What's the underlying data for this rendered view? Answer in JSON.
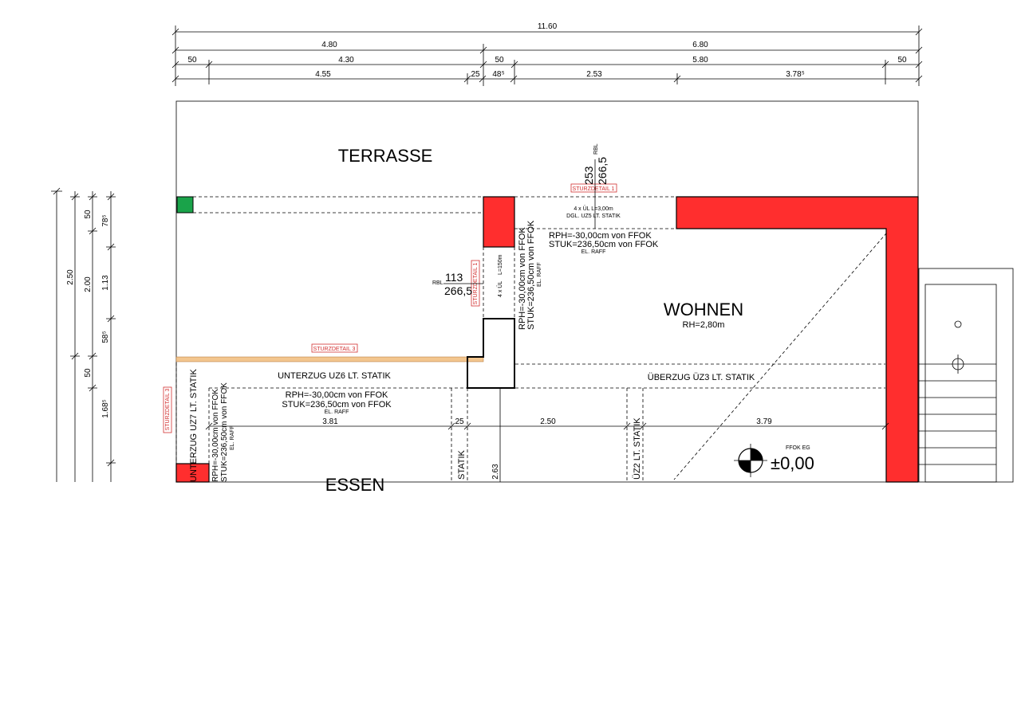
{
  "dimensions": {
    "top_row1": "11.60",
    "top_row2": [
      "4.80",
      "6.80"
    ],
    "top_row3": [
      "50",
      "4.30",
      "50",
      "5.80",
      "50"
    ],
    "top_row4": [
      "4.55",
      "25",
      "48⁵",
      "2.53",
      "3.78⁵"
    ],
    "left_col1": "2.50",
    "left_col2": [
      "2.00",
      "50"
    ],
    "left_col3": [
      "50",
      "1.68⁵"
    ],
    "left_col4": [
      "78⁵",
      "1.13",
      "58⁵"
    ],
    "inner_row": [
      "3.81",
      "25",
      "2.50",
      "3.79"
    ],
    "inner_vertical": "2.63"
  },
  "rooms": {
    "terrasse": "TERRASSE",
    "wohnen": "WOHNEN",
    "wohnen_height": "RH=2,80m",
    "essen": "ESSEN"
  },
  "details": {
    "sturz1": "STURZDETAIL 1",
    "sturz3": "STURZDETAIL 3"
  },
  "levels": {
    "rbl_top_label": "RBL",
    "rbl_top_1": "253",
    "rbl_top_2": "266,5",
    "rbl_left_label": "RBL",
    "rbl_left_1": "113",
    "rbl_left_2": "266,5",
    "ffok_label": "FFOK EG",
    "ffok_value": "±0,00"
  },
  "notes": {
    "beam_top_1": "4 x ÜL   L=3,00m",
    "beam_top_2": "DGL. UZ5 LT. STATIK",
    "rph_top": "RPH=-30,00cm von FFOK",
    "stuk_top": "STUK=236,50cm von FFOK",
    "raff": "EL. RAFF",
    "beam_left_1": "4 x ÜL",
    "beam_left_2": "L=150m",
    "unterzug6": "UNTERZUG UZ6 LT. STATIK",
    "ueberzug3": "ÜBERZUG ÜZ3 LT. STATIK",
    "unterzug7": "UNTERZUG UZ7 LT. STATIK",
    "statik": "STATIK",
    "uez2": "ÜZ2 LT. STATIK"
  },
  "colors": {
    "wall": "#ff2e2e",
    "post": "#1aa34a",
    "detail": "#d23030"
  }
}
